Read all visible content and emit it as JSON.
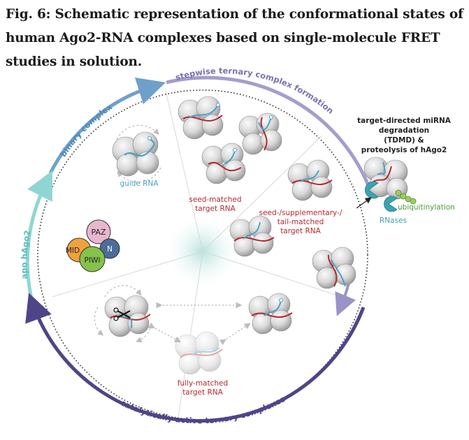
{
  "figure": {
    "title": "Fig. 6: Schematic representation of the conformational states of human Ago2-RNA complexes based on single-molecule FRET studies in solution."
  },
  "arc_labels": {
    "binary": "binary complex",
    "stepwise": "stepwise ternary complex formation",
    "apo": "apo hAgo2",
    "catalytic": "catalytically active ternary complexes"
  },
  "sector_labels": {
    "guide": "guide RNA",
    "seed_1": "seed-matched",
    "seed_2": "target RNA",
    "supp_1": "seed-/supplementary-/",
    "supp_2": "tail-matched",
    "supp_3": "target RNA",
    "full_1": "fully-matched",
    "full_2": "target RNA"
  },
  "domains": {
    "paz": "PAZ",
    "mid": "MID",
    "piwi": "PIWI",
    "n": "N"
  },
  "tdmd": {
    "line1": "target-directed miRNA",
    "line2": "degradation",
    "line3": "(TDMD) &",
    "line4": "proteolysis of hAgo2",
    "ubiquitin": "ubiquitinylation",
    "rnases": "RNases"
  },
  "colors": {
    "blue_arc": "#6fa0cc",
    "lavender_arc": "#9a93c6",
    "teal_arc": "#8fd6d2",
    "purple_arc": "#4e4589",
    "red_text": "#b5282f",
    "blue_text": "#4aa3c8",
    "green_text": "#4d9a3a",
    "teal_text": "#3aa4b0"
  }
}
